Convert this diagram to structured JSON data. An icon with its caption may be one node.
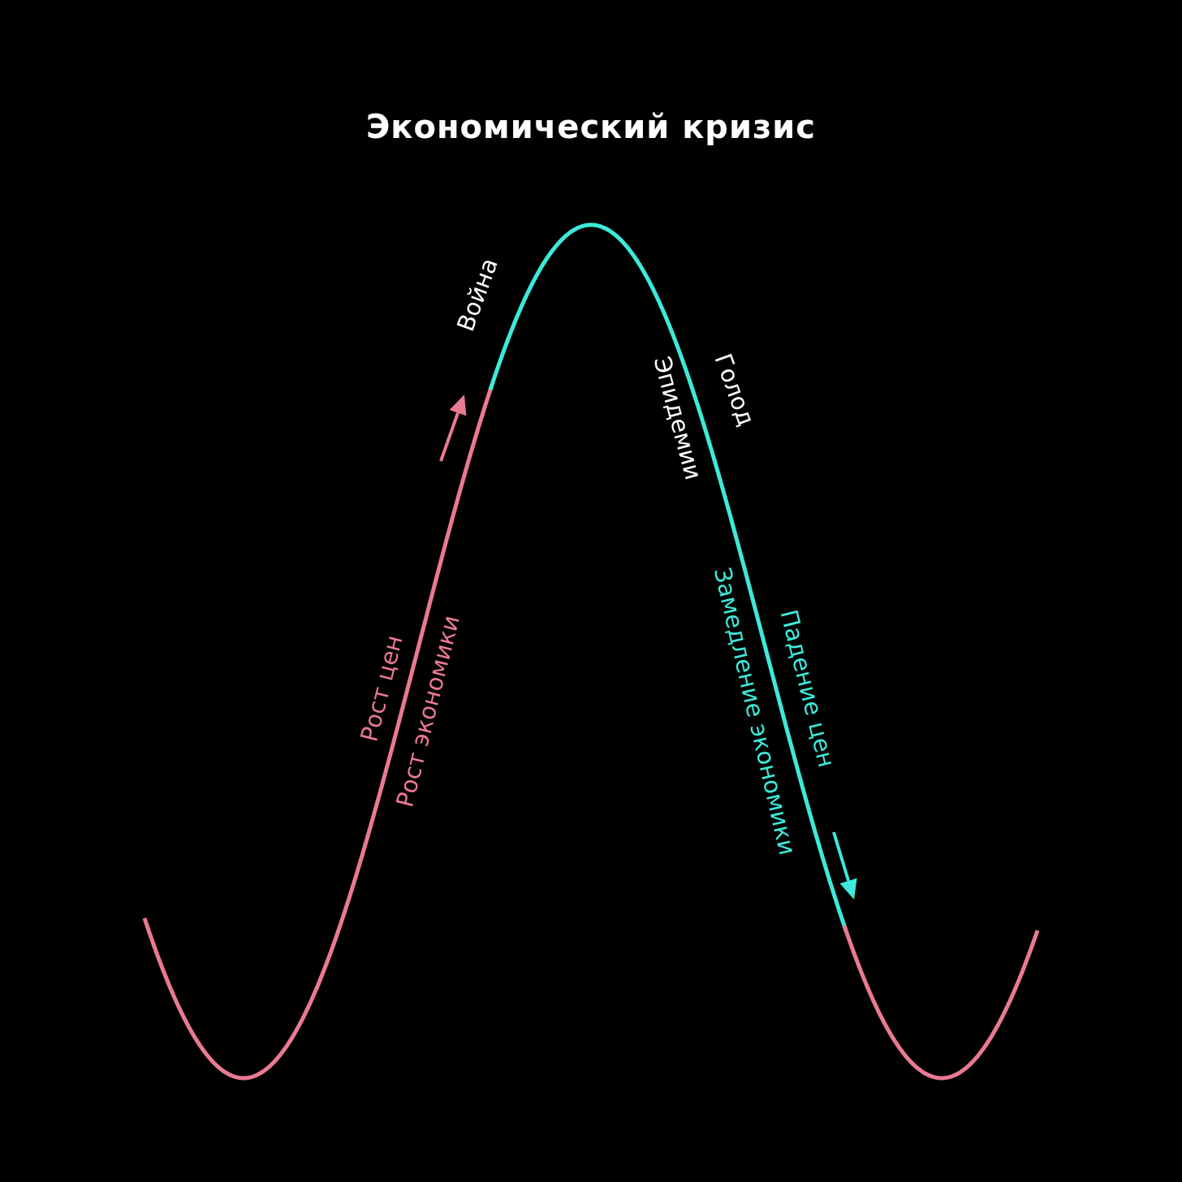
{
  "diagram": {
    "title": "Экономический кризис",
    "labels": [
      "Война",
      "Рост цен",
      "Рост экономики",
      "Эпидемии",
      "Голод",
      "Замедление экономики",
      "Падение цен"
    ]
  }
}
